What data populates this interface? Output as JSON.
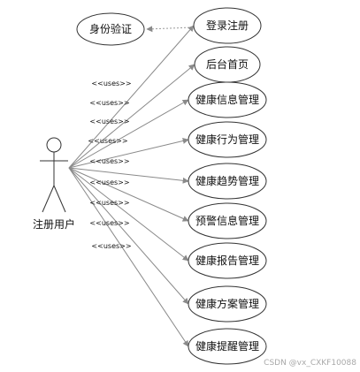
{
  "actor": {
    "label": "注册用户"
  },
  "include_case": {
    "label": "身份验证"
  },
  "use_cases": [
    {
      "label": "登录注册"
    },
    {
      "label": "后台首页"
    },
    {
      "label": "健康信息管理"
    },
    {
      "label": "健康行为管理"
    },
    {
      "label": "健康趋势管理"
    },
    {
      "label": "预警信息管理"
    },
    {
      "label": "健康报告管理"
    },
    {
      "label": "健康方案管理"
    },
    {
      "label": "健康提醒管理"
    }
  ],
  "relation_label": "<<uses>>",
  "watermark": "CSDN @vx_CXKF10088",
  "colors": {
    "line": "#8a8a8a",
    "dashed_line": "#9a9a9a",
    "ellipse_stroke": "#333333",
    "text": "#111111",
    "watermark": "#a9a9a9"
  }
}
